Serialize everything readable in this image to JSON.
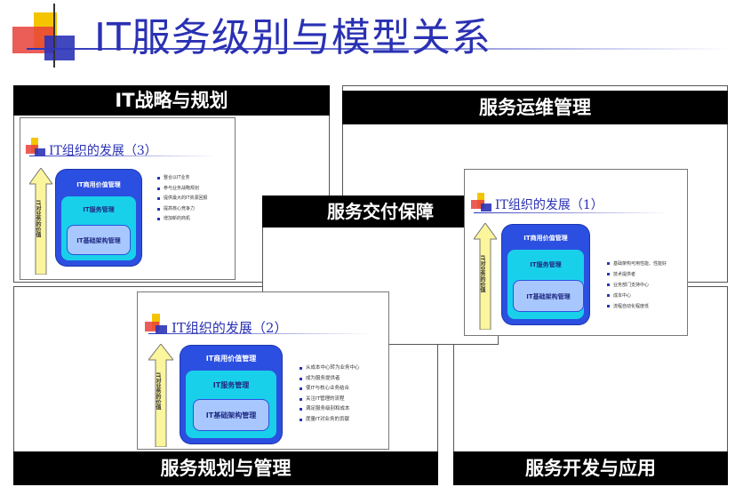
{
  "title": "IT服务级别与模型关系",
  "panels": {
    "strategy": "IT战略与规划",
    "operations": "服务运维管理",
    "delivery": "服务交付保障",
    "planning": "服务规划与管理",
    "development": "服务开发与应用"
  },
  "colors": {
    "title": "#2a31b3",
    "bar": "#000000",
    "outer_box": "#2b4fe0",
    "mid_box": "#19d0ea",
    "arrow": "#fbf59c"
  },
  "slides": {
    "s3": {
      "title": "IT组织的发展（3）",
      "vlabel": "IT对业务的价值",
      "box_top": "IT商用价值管理",
      "box_mid": "IT服务管理",
      "box_low": "IT基础架构管理",
      "bullets": [
        "整合以IT业务",
        "参与业务战略规划",
        "提供最大的IT资源回报",
        "提高核心竞争力",
        "增加新的商机"
      ]
    },
    "s1": {
      "title": "IT组织的发展（1）",
      "vlabel": "IT对业务的价值",
      "box_top": "IT商用价值管理",
      "box_mid": "IT服务管理",
      "box_low": "IT基础架构管理",
      "bullets": [
        "基础架构可用性能、性能好",
        "技术提供者",
        "业务部门支持中心",
        "成本中心",
        "流程自动化程度低"
      ]
    },
    "s2": {
      "title": "IT组织的发展（2）",
      "vlabel": "IT对业务的价值",
      "box_top": "IT商用价值管理",
      "box_mid": "IT服务管理",
      "box_low": "IT基础架构管理",
      "bullets": [
        "从成本中心转为业务中心",
        "成为服务提供者",
        "使IT与核心业务结合",
        "关注IT管理的流程",
        "满足服务级别和成本",
        "度量IT对业务的贡献"
      ]
    }
  }
}
